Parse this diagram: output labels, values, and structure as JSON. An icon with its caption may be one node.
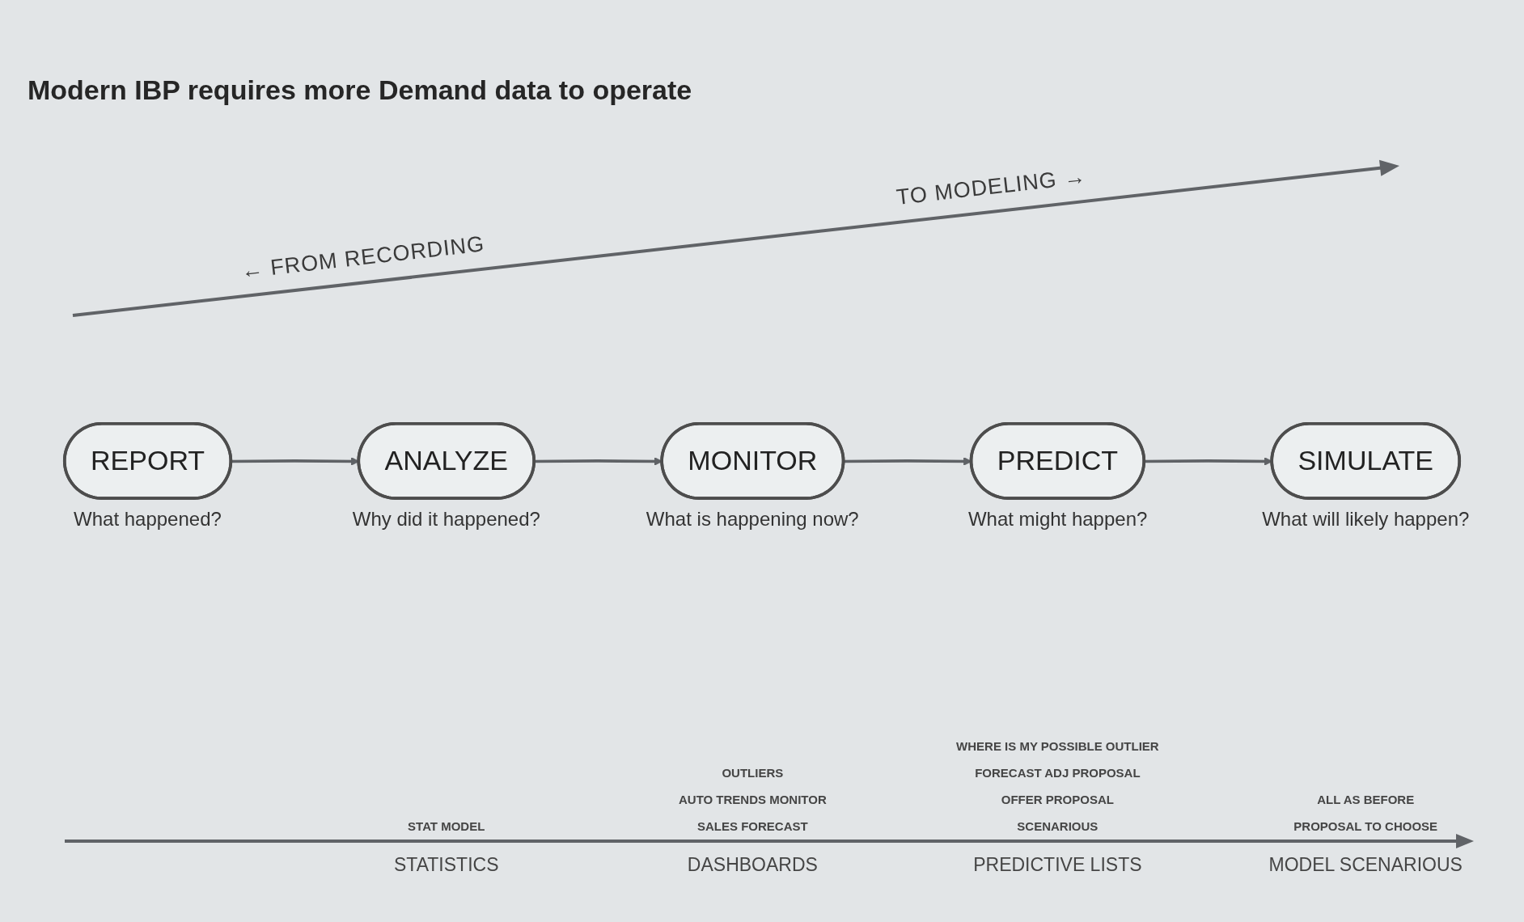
{
  "diagram": {
    "title": "Modern IBP requires more Demand data to operate",
    "nodes": [
      {
        "text": [
          "REPORT"
        ],
        "beside": [
          "What happened?"
        ]
      },
      {
        "text": [
          "ANALYZE"
        ],
        "beside": [
          "Why did it happened?"
        ]
      },
      {
        "text": [
          "MONITOR"
        ],
        "beside": [
          "What is happening now?"
        ]
      },
      {
        "text": [
          "PREDICT"
        ],
        "beside": [
          "What might happen?"
        ]
      },
      {
        "text": [
          "SIMULATE"
        ],
        "beside": [
          "What will likely happen?"
        ]
      }
    ],
    "edges": [
      {
        "from": 0,
        "to": 1,
        "arrow": "to"
      },
      {
        "from": 1,
        "to": 2,
        "arrow": "to"
      },
      {
        "from": 2,
        "to": 3,
        "arrow": "to"
      },
      {
        "from": 3,
        "to": 4,
        "arrow": "to"
      }
    ],
    "labels": [
      "← FROM RECORDING",
      "TO MODELING →",
      "STAT MODEL",
      "STATISTICS",
      "OUTLIERS",
      "AUTO TRENDS MONITOR",
      "SALES FORECAST",
      "DASHBOARDS",
      "WHERE IS MY POSSIBLE OUTLIER",
      "FORECAST ADJ PROPOSAL",
      "OFFER PROPOSAL",
      "SCENARIOUS",
      "PREDICTIVE LISTS",
      "ALL AS BEFORE",
      "PROPOSAL TO CHOOSE",
      "MODEL SCENARIOUS"
    ]
  }
}
